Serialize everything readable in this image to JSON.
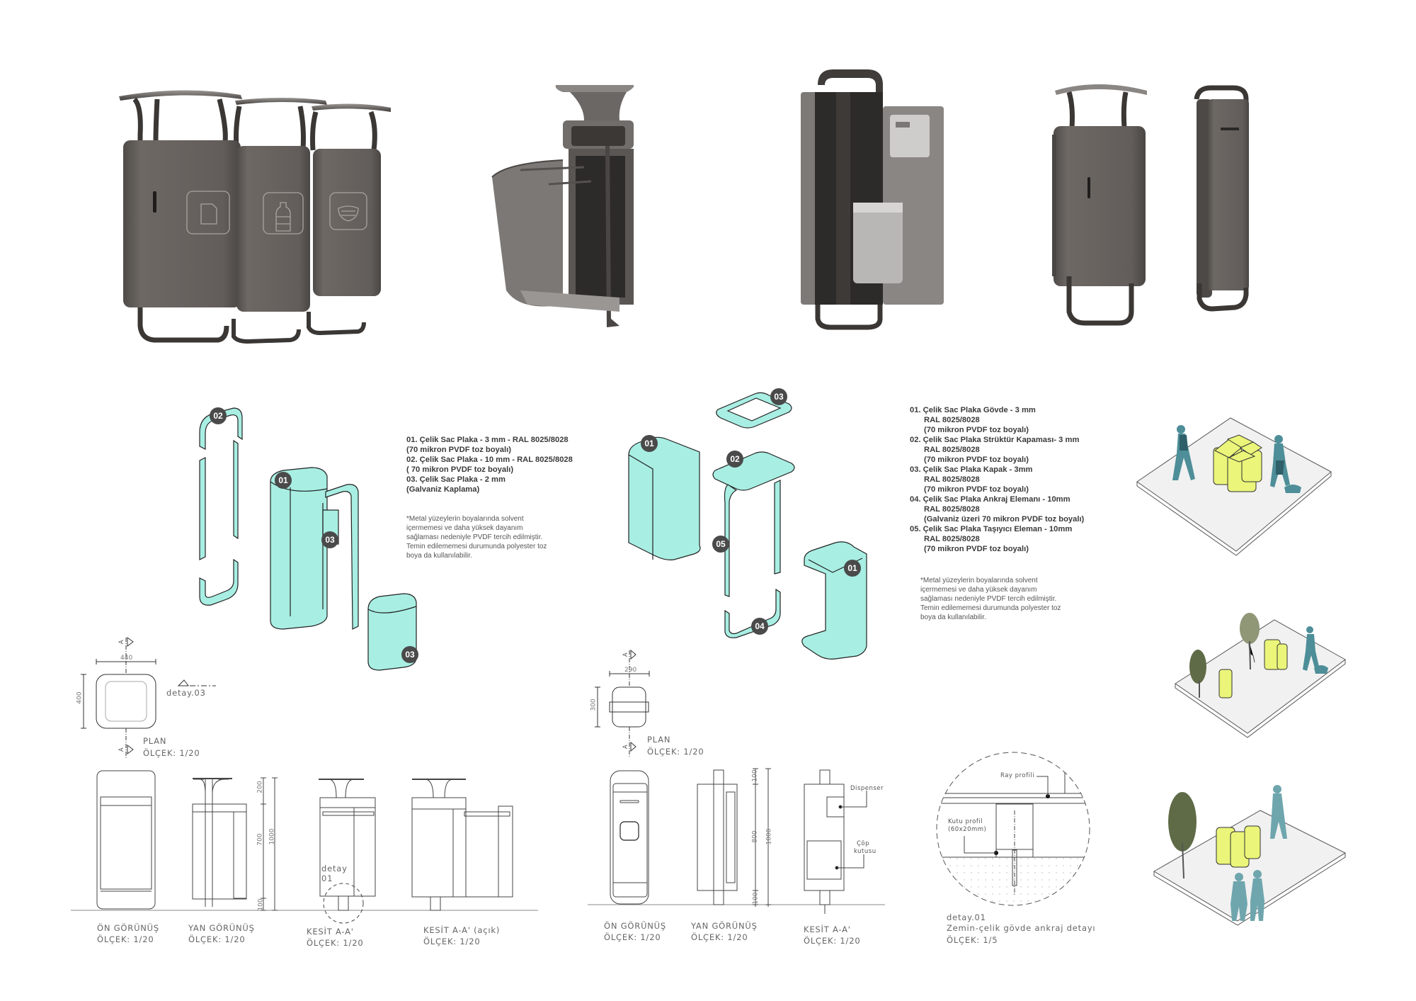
{
  "colors": {
    "steel": "#5e5a57",
    "steel_dark": "#3d3a38",
    "mint": "#a8eee3",
    "yellow": "#eaf57a",
    "teal_person": "#4e8e98",
    "badge": "#4a4a4a"
  },
  "renders": [
    {
      "name": "triple-recycling-bin-render",
      "icons": [
        "paper-icon",
        "bottle-icon",
        "mask-icon"
      ]
    },
    {
      "name": "open-bin-render"
    },
    {
      "name": "dispenser-open-render"
    },
    {
      "name": "bin-and-dispenser-render"
    }
  ],
  "exploded_1": {
    "badges": [
      "02",
      "01",
      "03",
      "03"
    ],
    "spec_lines": [
      "01.  Çelik Sac Plaka - 3 mm - RAL 8025/8028",
      "(70 mikron PVDF toz boyalı)",
      "02. Çelik Sac Plaka - 10 mm - RAL 8025/8028",
      "( 70 mikron PVDF toz boyalı)",
      "03. Çelik Sac Plaka - 2 mm",
      "(Galvaniz Kaplama)"
    ],
    "note_lines": [
      "*Metal yüzeylerin boyalarında solvent",
      "içermemesi ve daha yüksek dayanım",
      "sağlaması nedeniyle PVDF tercih edilmiştir.",
      "Temin edilememesi durumunda polyester toz",
      "boya da kullanılabilir."
    ]
  },
  "exploded_2": {
    "badges": [
      "03",
      "01",
      "02",
      "05",
      "01",
      "04"
    ],
    "spec_lines": [
      {
        "text": "01.  Çelik Sac Plaka Gövde - 3 mm",
        "indent": false
      },
      {
        "text": "RAL 8025/8028",
        "indent": true
      },
      {
        "text": "(70 mikron PVDF toz boyalı)",
        "indent": true
      },
      {
        "text": "02. Çelik Sac Plaka Strüktür Kapaması- 3 mm",
        "indent": false
      },
      {
        "text": "RAL 8025/8028",
        "indent": true
      },
      {
        "text": "(70 mikron PVDF toz boyalı)",
        "indent": true
      },
      {
        "text": "03. Çelik Sac Plaka Kapak - 3mm",
        "indent": false
      },
      {
        "text": "RAL 8025/8028",
        "indent": true
      },
      {
        "text": "(70 mikron PVDF toz boyalı)",
        "indent": true
      },
      {
        "text": "04. Çelik Sac Plaka Ankraj Elemanı - 10mm",
        "indent": false
      },
      {
        "text": "RAL 8025/8028",
        "indent": true
      },
      {
        "text": "(Galvaniz üzeri 70 mikron PVDF toz boyalı)",
        "indent": true
      },
      {
        "text": "05. Çelik Sac Plaka Taşıyıcı Eleman - 10mm",
        "indent": false
      },
      {
        "text": "RAL 8025/8028",
        "indent": true
      },
      {
        "text": "(70 mikron PVDF toz boyalı)",
        "indent": true
      }
    ],
    "note_lines": [
      "*Metal yüzeylerin boyalarında solvent",
      "içermemesi ve daha yüksek dayanım",
      "sağlaması nedeniyle PVDF tercih edilmiştir.",
      "Temin edilememesi durumunda polyester toz",
      "boya da kullanılabilir."
    ]
  },
  "plan_1": {
    "section_marker": "A",
    "width_dim": "440",
    "depth_dim": "400",
    "detail_ref": "detay.03",
    "title": "PLAN",
    "scale": "ÖLÇEK: 1/20"
  },
  "plan_2": {
    "section_marker": "A",
    "width_dim": "290",
    "depth_dim": "300",
    "title": "PLAN",
    "scale": "ÖLÇEK: 1/20"
  },
  "drawings_1": {
    "views": [
      {
        "title": "ÖN GÖRÜNÜŞ",
        "scale": "ÖLÇEK: 1/20"
      },
      {
        "title": "YAN GÖRÜNÜŞ",
        "scale": "ÖLÇEK: 1/20"
      },
      {
        "title": "KESİT A-A'",
        "scale": "ÖLÇEK: 1/20"
      },
      {
        "title": "KESİT A-A' (açık)",
        "scale": "ÖLÇEK: 1/20"
      }
    ],
    "dims": [
      "200",
      "700",
      "100",
      "1000"
    ],
    "detail_label": [
      "detay",
      "01"
    ]
  },
  "drawings_2": {
    "views": [
      {
        "title": "ÖN GÖRÜNÜŞ",
        "scale": "ÖLÇEK: 1/20"
      },
      {
        "title": "YAN GÖRÜNÜŞ",
        "scale": "ÖLÇEK: 1/20"
      },
      {
        "title": "KESİT A-A'",
        "scale": "ÖLÇEK: 1/20"
      }
    ],
    "dims": [
      "100",
      "800",
      "100",
      "1000"
    ],
    "labels": {
      "dispenser": "Dispenser",
      "bin_line1": "Çöp",
      "bin_line2": "kutusu"
    }
  },
  "detail_01": {
    "rail_label": "Ray profili",
    "box_label_line1": "Kutu profil",
    "box_label_line2": "(60x20mm)",
    "title": "detay.01",
    "subtitle": "Zemin-çelik gövde ankraj detayı",
    "scale": "ÖLÇEK: 1/5"
  },
  "context_scenes": [
    {
      "name": "context-scene-quad-bins"
    },
    {
      "name": "context-scene-trees-bins"
    },
    {
      "name": "context-scene-triple-bins"
    }
  ]
}
